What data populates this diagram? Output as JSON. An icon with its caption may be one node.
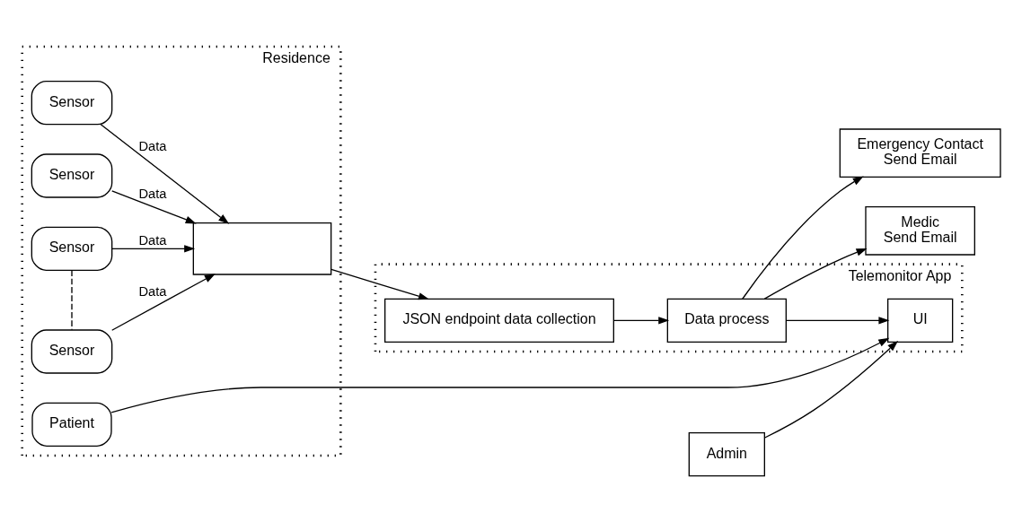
{
  "diagram": {
    "nodes": [
      {
        "text": [
          "Residence"
        ]
      },
      {
        "text": [
          "Sensor"
        ],
        "in": 0
      },
      {
        "text": [
          "Sensor"
        ],
        "in": 0
      },
      {
        "text": [
          "Sensor"
        ],
        "in": 0
      },
      {
        "text": [
          "Sensor"
        ],
        "in": 0
      },
      {
        "text": [
          "Patient"
        ],
        "in": 0
      },
      {
        "text": [],
        "shape": "box",
        "in": 0
      },
      {
        "text": [
          "Telemonitor App"
        ]
      },
      {
        "text": [
          "JSON endpoint data collection"
        ],
        "in": 7
      },
      {
        "text": [
          "Data process"
        ],
        "in": 7
      },
      {
        "text": [
          "UI"
        ],
        "in": 7
      },
      {
        "text": [
          "Emergency Contact",
          "Send Email"
        ]
      },
      {
        "text": [
          "Medic",
          "Send Email"
        ]
      },
      {
        "text": [
          "Admin"
        ]
      }
    ],
    "edges": [
      {
        "from": 1,
        "to": 6,
        "arrow": "to",
        "label": "Data"
      },
      {
        "from": 2,
        "to": 6,
        "arrow": "to",
        "label": "Data"
      },
      {
        "from": 3,
        "to": 6,
        "arrow": "to",
        "label": "Data"
      },
      {
        "from": 3,
        "to": 4,
        "arrow": "none",
        "style": "dashed"
      },
      {
        "from": 4,
        "to": 6,
        "arrow": "to",
        "label": "Data"
      },
      {
        "from": 5,
        "to": 10,
        "arrow": "to"
      },
      {
        "from": 6,
        "to": 8,
        "arrow": "to"
      },
      {
        "from": 8,
        "to": 9,
        "arrow": "to"
      },
      {
        "from": 9,
        "to": 10,
        "arrow": "to"
      },
      {
        "from": 9,
        "to": 11,
        "arrow": "to"
      },
      {
        "from": 9,
        "to": 12,
        "arrow": "to"
      },
      {
        "from": 13,
        "to": 10,
        "arrow": "to"
      }
    ]
  }
}
